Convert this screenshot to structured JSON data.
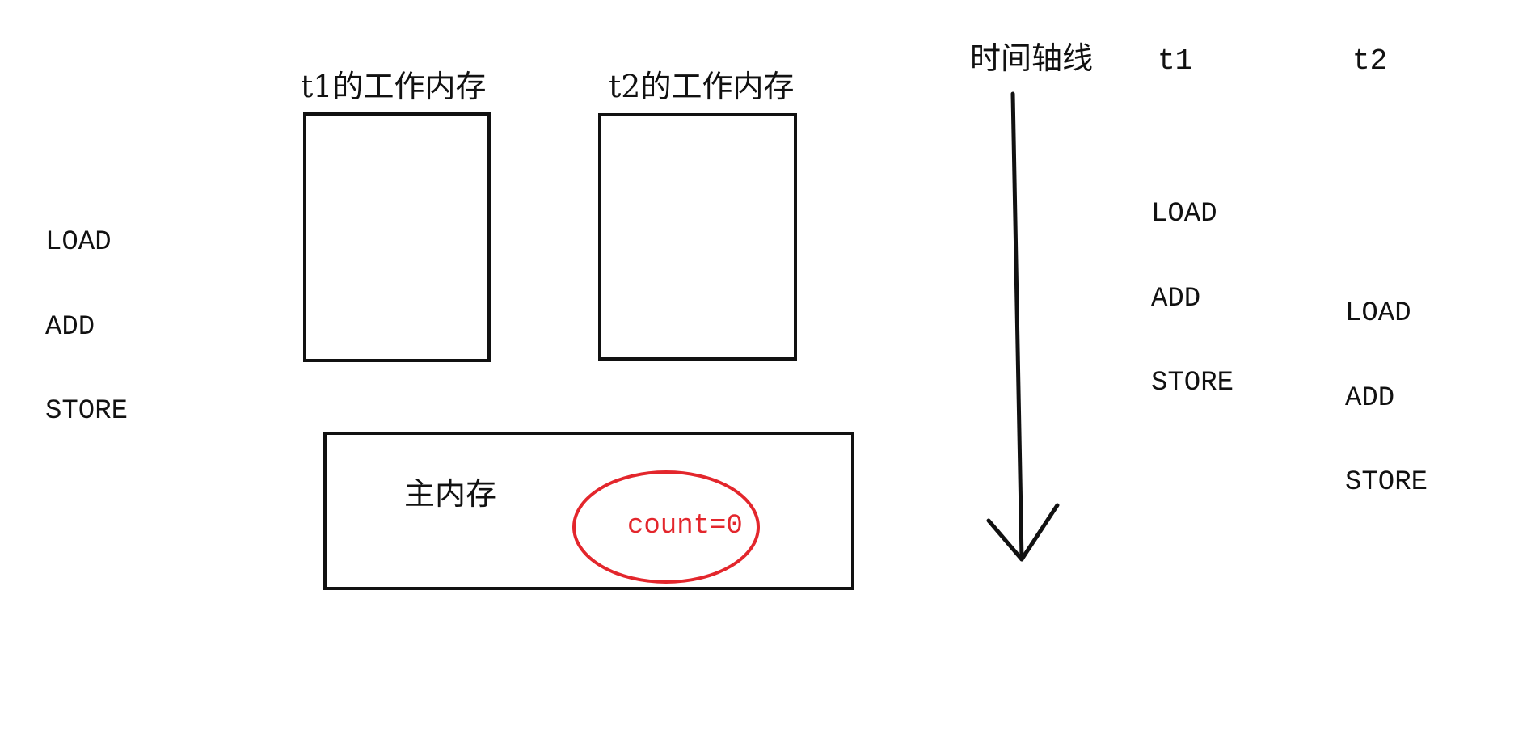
{
  "left_instructions": [
    "LOAD",
    "ADD",
    "STORE"
  ],
  "t1_memory": {
    "label": "t1的工作内存"
  },
  "t2_memory": {
    "label": "t2的工作内存"
  },
  "main_memory": {
    "label": "主内存",
    "variable": "count=0",
    "highlight_color": "#e3262c"
  },
  "timeline": {
    "label": "时间轴线",
    "t1_header": "t1",
    "t2_header": "t2",
    "t1_ops": [
      "LOAD",
      "ADD",
      "STORE"
    ],
    "t2_ops": [
      "LOAD",
      "ADD",
      "STORE"
    ]
  }
}
